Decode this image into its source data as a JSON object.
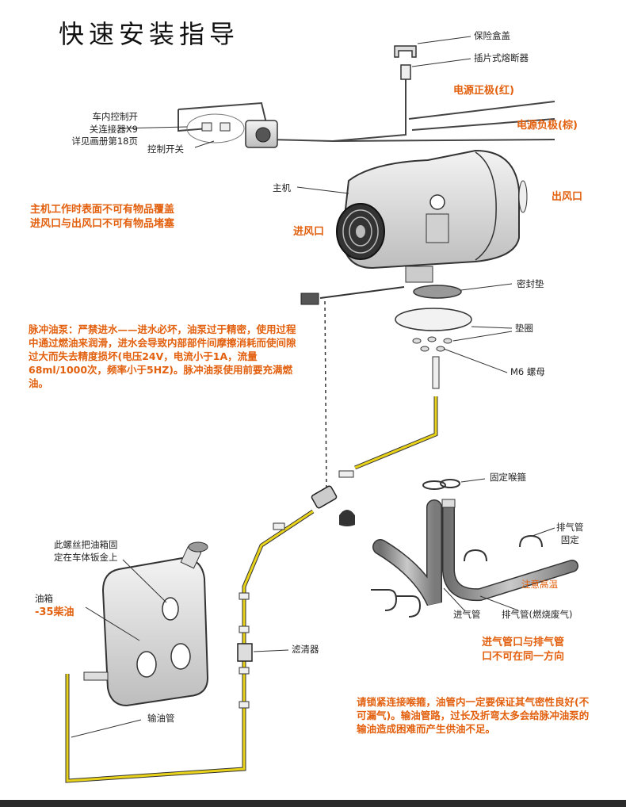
{
  "title": "快速安装指导",
  "labels": {
    "fuse_box_cover": "保险盒盖",
    "blade_fuse": "插片式熔断器",
    "power_positive": "电源正极(红)",
    "power_negative": "电源负极(棕)",
    "connector_line1": "车内控制开",
    "connector_line2": "关连接器X9",
    "connector_line3": "详见画册第18页",
    "control_switch": "控制开关",
    "main_unit": "主机",
    "air_outlet": "出风口",
    "air_inlet": "进风口",
    "gasket": "密封垫",
    "washer": "垫圈",
    "nut": "M6 螺母",
    "clamp": "固定喉箍",
    "exhaust_fix_line1": "排气管",
    "exhaust_fix_line2": "固定",
    "caution_hot": "注意高温",
    "intake_pipe": "进气管",
    "exhaust_pipe": "排气管(燃烧废气)",
    "tank_screw_line1": "此螺丝把油箱固",
    "tank_screw_line2": "定在车体钣金上",
    "tank_line1": "油箱",
    "tank_line2": "-35柴油",
    "filter": "滤清器",
    "fuel_line": "输油管"
  },
  "notes": {
    "surface_line1": "主机工作时表面不可有物品覆盖",
    "surface_line2": "进风口与出风口不可有物品堵塞",
    "pump": "脉冲油泵：严禁进水——进水必坏，油泵过于精密，使用过程中通过燃油来润滑，进水会导致内部部件间摩擦消耗而使间隙过大而失去精度损坏(电压24V，电流小于1A，流量68ml/1000次，频率小于5HZ)。脉冲油泵使用前要充满燃油。",
    "intake_exhaust_line1": "进气管口与排气管",
    "intake_exhaust_line2": "口不可在同一方向",
    "clamp_note": "请锁紧连接喉箍，油管内一定要保证其气密性良好(不可漏气)。输油管路，过长及折弯太多会给脉冲油泵的输油造成困难而产生供油不足。"
  },
  "colors": {
    "note_orange": "#e2600e",
    "fuel_yellow": "#e8d21a",
    "line_dark": "#333333"
  }
}
